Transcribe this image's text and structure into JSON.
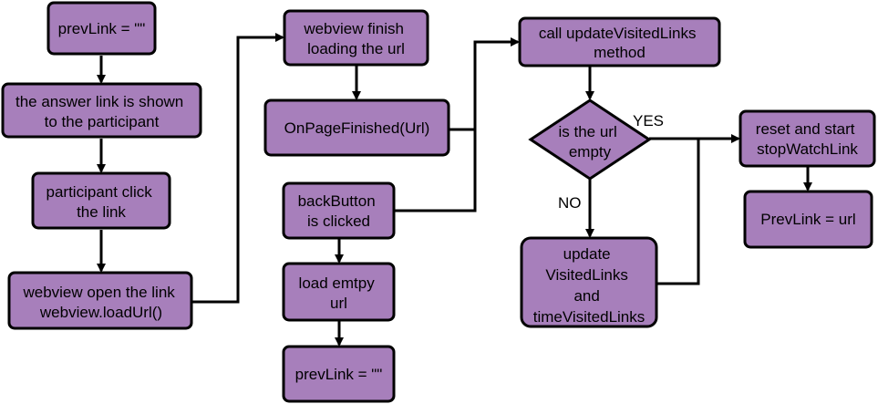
{
  "diagram": {
    "colors": {
      "node_fill": "#a77fbb",
      "stroke": "#000000",
      "background": "#ffffff"
    },
    "nodes": {
      "prev_link_init": {
        "lines": [
          "prevLink = \"\""
        ]
      },
      "answer_link_shown": {
        "lines": [
          "the answer link is shown",
          "to the participant"
        ]
      },
      "participant_click": {
        "lines": [
          "participant click",
          "the link"
        ]
      },
      "webview_open": {
        "lines": [
          "webview open the link",
          "webview.loadUrl()"
        ]
      },
      "webview_finish": {
        "lines": [
          "webview finish",
          "loading the url"
        ]
      },
      "on_page_finished": {
        "lines": [
          "OnPageFinished(Url)"
        ]
      },
      "back_button": {
        "lines": [
          "backButton",
          "is clicked"
        ]
      },
      "load_empty": {
        "lines": [
          "load emtpy",
          "url"
        ]
      },
      "prev_link_reset": {
        "lines": [
          "prevLink = \"\""
        ]
      },
      "call_update": {
        "lines": [
          "call updateVisitedLinks",
          "method"
        ]
      },
      "is_url_empty": {
        "lines": [
          "is the url",
          "empty"
        ]
      },
      "update_visited": {
        "lines": [
          "update",
          "VisitedLinks",
          "and",
          "timeVisitedLinks"
        ]
      },
      "reset_stopwatch": {
        "lines": [
          "reset and start",
          "stopWatchLink"
        ]
      },
      "prev_link_url": {
        "lines": [
          "PrevLink = url"
        ]
      }
    },
    "edge_labels": {
      "yes": "YES",
      "no": "NO"
    }
  }
}
